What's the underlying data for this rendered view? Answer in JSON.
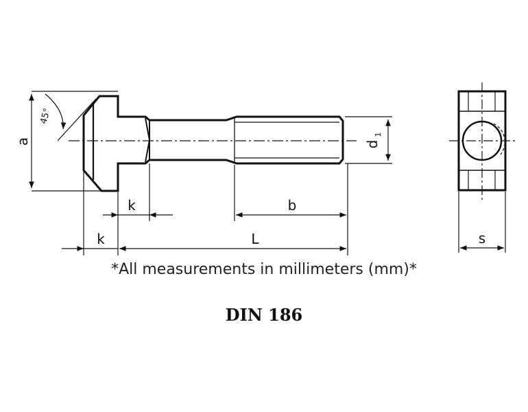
{
  "labels": {
    "a": "a",
    "angle": "45°",
    "k_upper": "k",
    "k_lower": "k",
    "b": "b",
    "L": "L",
    "d": "d",
    "d_sub": "1",
    "s": "s"
  },
  "note": "*All measurements in millimeters (mm)*",
  "standard": "DIN 186"
}
